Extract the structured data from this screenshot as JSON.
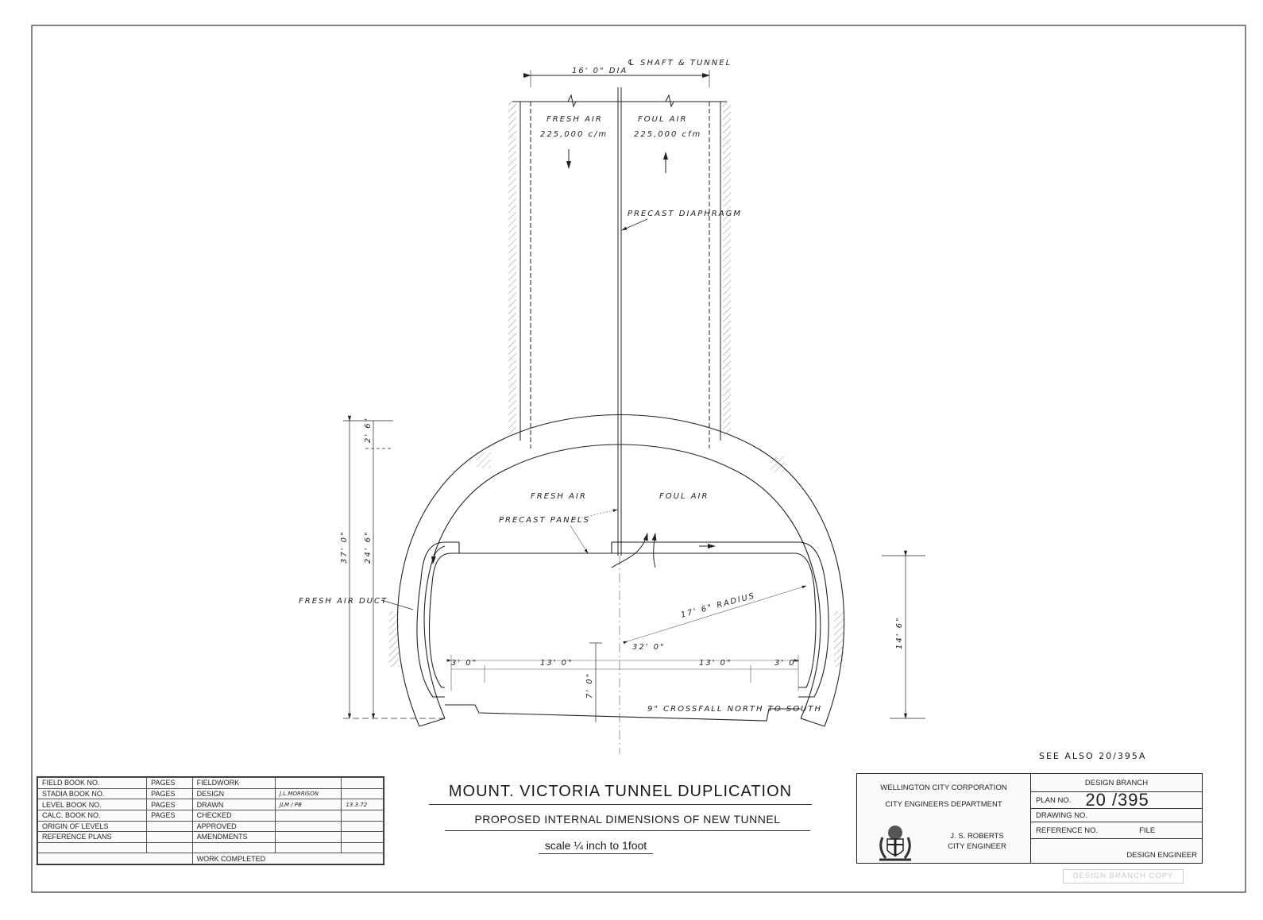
{
  "drawing": {
    "top_label": {
      "shaft_dia": "16' 0\" DIA",
      "centerline": "℄ SHAFT & TUNNEL"
    },
    "shaft": {
      "left": {
        "label": "FRESH AIR",
        "flow": "225,000 c/m",
        "direction": "down"
      },
      "right": {
        "label": "FOUL AIR",
        "flow": "225,000 cfm",
        "direction": "up"
      },
      "diaphragm_label": "PRECAST DIAPHRAGM"
    },
    "tunnel": {
      "fresh_air_label": "FRESH AIR",
      "foul_air_label": "FOUL AIR",
      "precast_panels_label": "PRECAST PANELS",
      "fresh_air_duct_label": "FRESH AIR DUCT",
      "radius_label": "17' 6\" RADIUS",
      "crossfall_label": "9\" CROSSFALL NORTH TO SOUTH"
    },
    "dimensions": {
      "overall_height": "37' 0\"",
      "inner_height": "24' 6\"",
      "crown_thickness": "2' 6\"",
      "clearance_height": "14' 6\"",
      "headroom": "7' 0\"",
      "total_width": "32' 0\"",
      "segments": [
        "3' 0\"",
        "13' 0\"",
        "13' 0\"",
        "3' 0\""
      ]
    },
    "see_also": "SEE ALSO 20/395A"
  },
  "title_block_left": {
    "rows": [
      {
        "book": "FIELD BOOK NO.",
        "pages": "PAGES",
        "role": "FIELDWORK",
        "name": "",
        "date": ""
      },
      {
        "book": "STADIA BOOK NO.",
        "pages": "PAGES",
        "role": "DESIGN",
        "name": "J.L.MORRISON",
        "date": ""
      },
      {
        "book": "LEVEL BOOK NO.",
        "pages": "PAGES",
        "role": "DRAWN",
        "name": "JLM / PB",
        "date": "13.3.72"
      },
      {
        "book": "CALC. BOOK NO.",
        "pages": "PAGES",
        "role": "CHECKED",
        "name": "",
        "date": ""
      },
      {
        "book": "ORIGIN OF LEVELS",
        "pages": "",
        "role": "APPROVED",
        "name": "",
        "date": ""
      },
      {
        "book": "REFERENCE PLANS",
        "pages": "",
        "role": "AMENDMENTS",
        "name": "",
        "date": ""
      },
      {
        "book": "",
        "pages": "",
        "role": "",
        "name": "",
        "date": ""
      },
      {
        "book": "",
        "pages": "",
        "role": "WORK COMPLETED",
        "name": "",
        "date": ""
      }
    ]
  },
  "title_block_center": {
    "title": "MOUNT. VICTORIA TUNNEL DUPLICATION",
    "subtitle": "PROPOSED INTERNAL DIMENSIONS OF NEW TUNNEL",
    "scale": "scale ¼ inch to 1foot"
  },
  "title_block_right": {
    "corporation": "WELLINGTON CITY CORPORATION",
    "department": "CITY ENGINEERS DEPARTMENT",
    "engineer_name": "J. S. ROBERTS",
    "engineer_title": "CITY ENGINEER",
    "branch": "DESIGN BRANCH",
    "plan_label": "PLAN NO.",
    "plan_number": "20 /395",
    "drawing_label": "DRAWING NO.",
    "reference_label": "REFERENCE NO.",
    "file_label": "FILE",
    "design_engineer": "DESIGN ENGINEER"
  },
  "stamp": "DESIGN BRANCH COPY"
}
